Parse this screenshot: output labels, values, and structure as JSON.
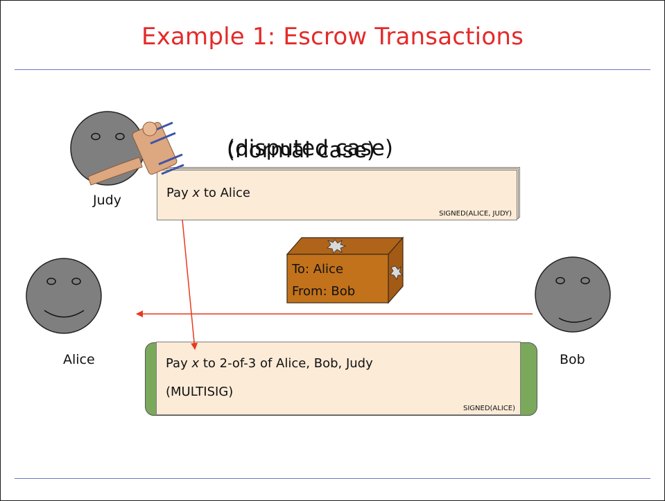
{
  "slide": {
    "title": "Example 1: Escrow Transactions",
    "overlay_text_1": "(disputed case)",
    "overlay_text_2": "(normal case)"
  },
  "actors": {
    "judy": "Judy",
    "alice": "Alice",
    "bob": "Bob"
  },
  "transactions": {
    "top": {
      "prefix": "Pay ",
      "variable": "x",
      "suffix": " to Alice",
      "signature": "SIGNED(ALICE, JUDY)"
    },
    "bottom": {
      "prefix": "Pay ",
      "variable": "x",
      "suffix": " to 2-of-3 of Alice, Bob, Judy",
      "line2": "(MULTISIG)",
      "signature": "SIGNED(ALICE)"
    }
  },
  "package": {
    "to": "To: Alice",
    "from": "From: Bob"
  },
  "colors": {
    "title": "#e42a2a",
    "rule": "#6e74c4",
    "face": "#7f7f7f",
    "tx_fill": "#fcebd7",
    "multisig_cap": "#7aa95c",
    "package": "#c2721b",
    "arrow": "#e8391c",
    "gavel": "#dda77f"
  },
  "icons": [
    "smiley-face-icon",
    "gavel-icon",
    "package-box-icon"
  ]
}
